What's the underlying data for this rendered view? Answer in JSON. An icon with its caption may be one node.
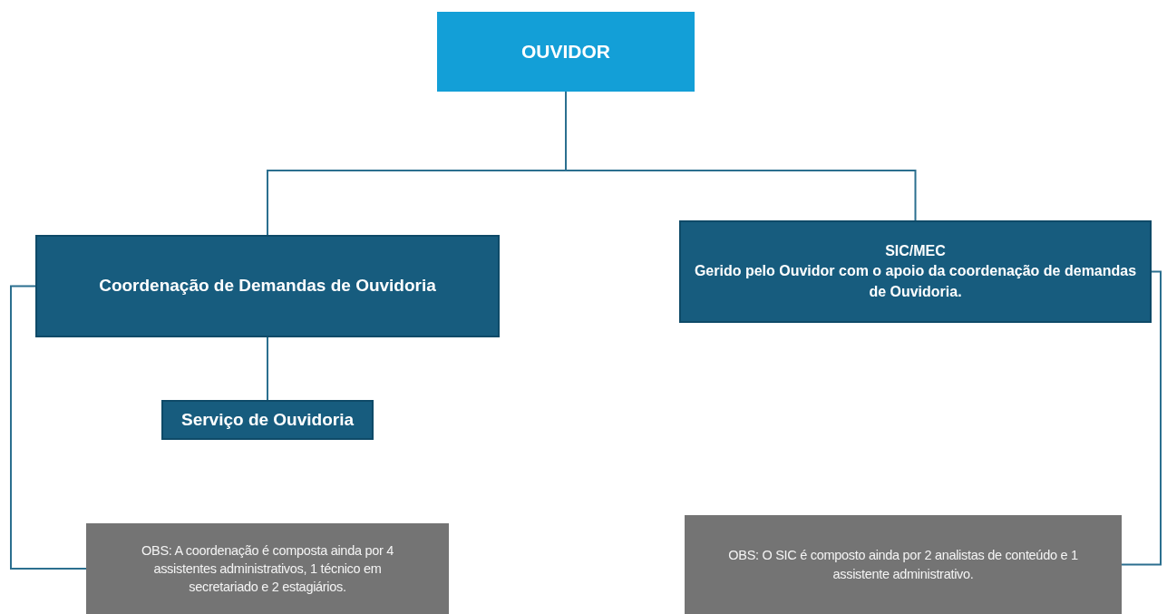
{
  "diagram": {
    "nodes": [
      {
        "text": [
          "OUVIDOR"
        ]
      },
      {
        "text": [
          "Coordenação de Demandas de Ouvidoria"
        ]
      },
      {
        "text": [
          "SIC/MEC",
          "Gerido pelo Ouvidor com o apoio da coordenação de demandas de Ouvidoria."
        ]
      },
      {
        "text": [
          "Serviço de Ouvidoria"
        ]
      },
      {
        "text": [
          "OBS: A coordenação é composta ainda por 4 assistentes administrativos, 1 técnico em secretariado e 2 estagiários."
        ]
      },
      {
        "text": [
          "OBS: O SIC é composto ainda por 2 analistas de conteúdo e 1 assistente administrativo."
        ]
      }
    ],
    "edges": [
      {
        "from": 0,
        "to": 1,
        "arrow": "none"
      },
      {
        "from": 0,
        "to": 2,
        "arrow": "none"
      },
      {
        "from": 1,
        "to": 3,
        "arrow": "none"
      },
      {
        "from": 1,
        "to": 4,
        "arrow": "none"
      },
      {
        "from": 2,
        "to": 5,
        "arrow": "none"
      }
    ]
  }
}
